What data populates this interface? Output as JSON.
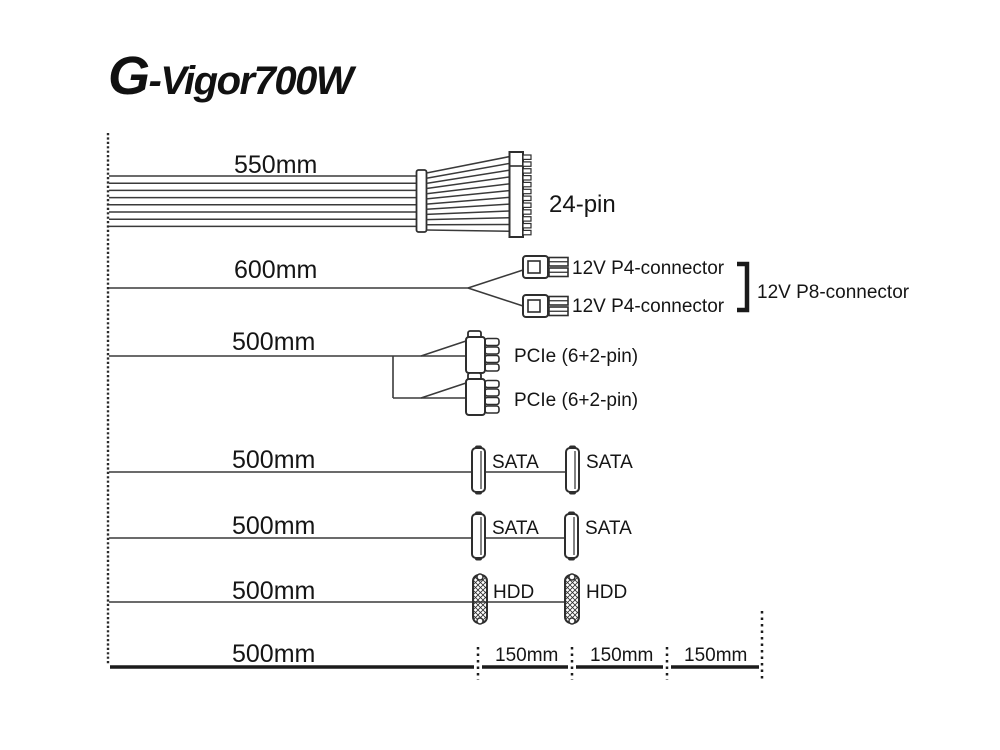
{
  "logo": {
    "glyph": "G",
    "text": "-Vigor700W"
  },
  "cables": [
    {
      "length": "550mm",
      "label": "24-pin"
    },
    {
      "length": "600mm",
      "branch_labels": [
        "12V P4-connector",
        "12V P4-connector"
      ],
      "group_label": "12V P8-connector"
    },
    {
      "length": "500mm",
      "branch_labels": [
        "PCIe (6+2-pin)",
        "PCIe (6+2-pin)"
      ]
    },
    {
      "length": "500mm",
      "branch_labels": [
        "SATA",
        "SATA"
      ]
    },
    {
      "length": "500mm",
      "branch_labels": [
        "SATA",
        "SATA"
      ]
    },
    {
      "length": "500mm",
      "branch_labels": [
        "HDD",
        "HDD"
      ]
    },
    {
      "length": "500mm",
      "segment_labels": [
        "150mm",
        "150mm",
        "150mm"
      ]
    }
  ],
  "colors": {
    "line": "#2e2e2e",
    "text": "#151515",
    "background": "#ffffff"
  }
}
